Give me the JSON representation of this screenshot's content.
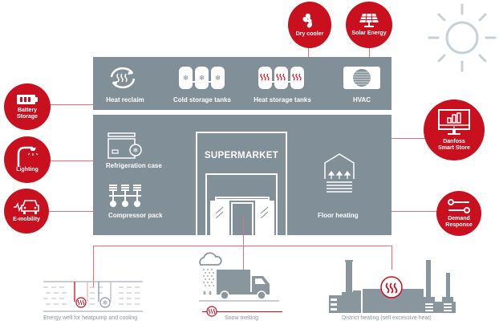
{
  "colors": {
    "brand_red": "#c8101e",
    "band_gray": "#818f98",
    "line_red": "#e36f78",
    "icon_gray": "#8a969e",
    "sun_gray": "#c7d0d6"
  },
  "building": {
    "title": "SUPERMARKET",
    "top_row": [
      {
        "label": "Heat reclaim",
        "icon": "heat-reclaim-icon"
      },
      {
        "label": "Cold storage tanks",
        "icon": "cold-storage-tanks-icon"
      },
      {
        "label": "Heat storage tanks",
        "icon": "heat-storage-tanks-icon"
      },
      {
        "label": "HVAC",
        "icon": "hvac-icon"
      }
    ],
    "interior": [
      {
        "label": "Refrigeration case",
        "icon": "refrigeration-case-icon"
      },
      {
        "label": "Compressor pack",
        "icon": "compressor-pack-icon"
      },
      {
        "label": "Floor heating",
        "icon": "floor-heating-icon"
      }
    ]
  },
  "top_circles": [
    {
      "label": "Dry cooler",
      "icon": "fan-icon"
    },
    {
      "label": "Solar Energy",
      "icon": "solar-panel-icon"
    }
  ],
  "left_circles": [
    {
      "label": "Battery\nStorage",
      "icon": "battery-icon"
    },
    {
      "label": "Lighting",
      "icon": "street-lamp-icon"
    },
    {
      "label": "E-mobility",
      "icon": "electric-car-icon"
    }
  ],
  "right_circles": [
    {
      "label": "Danfoss\nSmart Store",
      "icon": "monitor-chart-icon"
    },
    {
      "label": "Demand\nResponse",
      "icon": "slider-toggle-icon"
    }
  ],
  "bottom_items": [
    {
      "label": "Energy well for heatpump and cooling",
      "icon": "energy-well-icon"
    },
    {
      "label": "Snow melting",
      "icon": "snow-truck-icon"
    },
    {
      "label": "District heating (sell excessive heat)",
      "icon": "factory-icon"
    }
  ],
  "decor": {
    "sun": "sun-icon"
  }
}
